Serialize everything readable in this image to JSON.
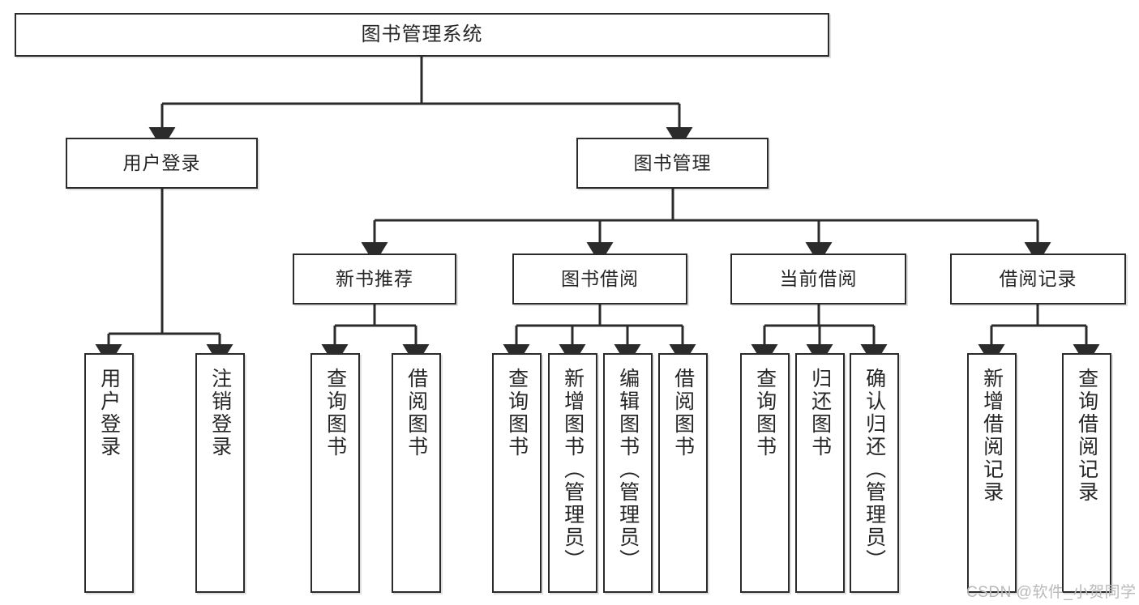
{
  "diagram": {
    "title": "图书管理系统",
    "type": "tree-hierarchy",
    "levels": 4,
    "colors": {
      "stroke": "#2b2b2b",
      "fill": "#ffffff",
      "text": "#262626",
      "watermark": "#b9b9b9"
    },
    "root": {
      "label": "图书管理系统"
    },
    "level2": [
      {
        "label": "用户登录"
      },
      {
        "label": "图书管理"
      }
    ],
    "level3": [
      {
        "label": "新书推荐"
      },
      {
        "label": "图书借阅"
      },
      {
        "label": "当前借阅"
      },
      {
        "label": "借阅记录"
      }
    ],
    "leaves": {
      "user_login": [
        {
          "label": "用户登录"
        },
        {
          "label": "注销登录"
        }
      ],
      "new_book_recommend": [
        {
          "label": "查询图书"
        },
        {
          "label": "借阅图书"
        }
      ],
      "book_borrow": [
        {
          "label": "查询图书"
        },
        {
          "label": "新增图书（管理员）"
        },
        {
          "label": "编辑图书（管理员）"
        },
        {
          "label": "借阅图书"
        }
      ],
      "current_borrow": [
        {
          "label": "查询图书"
        },
        {
          "label": "归还图书"
        },
        {
          "label": "确认归还（管理员）"
        }
      ],
      "borrow_record": [
        {
          "label": "新增借阅记录"
        },
        {
          "label": "查询借阅记录"
        }
      ]
    }
  },
  "watermark": {
    "text": "CSDN @软件_小贺同学"
  }
}
